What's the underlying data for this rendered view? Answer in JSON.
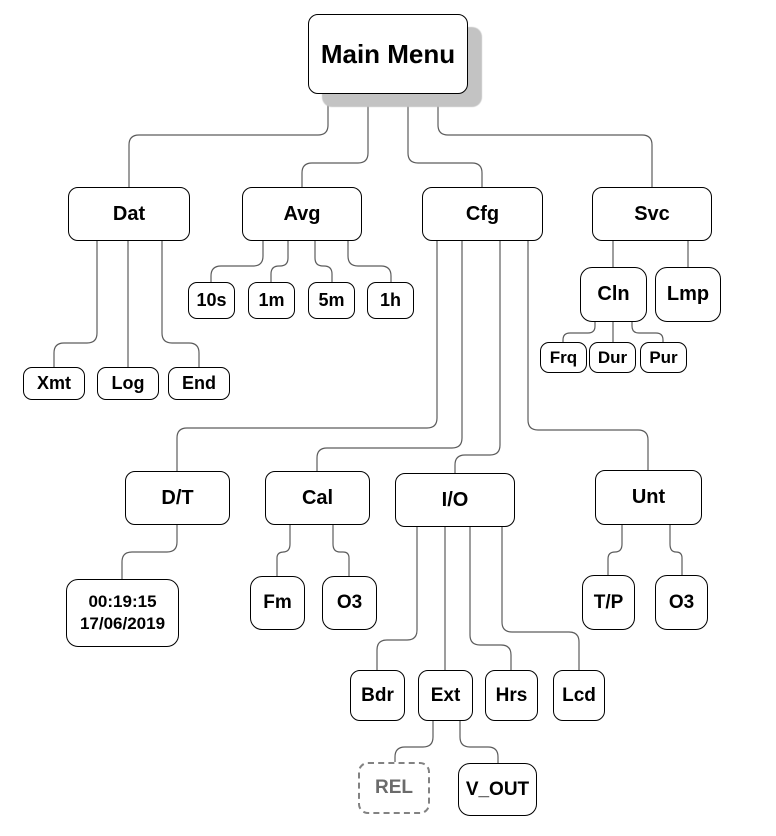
{
  "diagram_title": "Main Menu",
  "colors": {
    "background": "#ffffff",
    "box_border": "#000000",
    "line": "#5c5c5c",
    "shadow": "#c3c3c3",
    "disabled_gray": "#828282"
  },
  "nodes": {
    "main": "Main Menu",
    "dat": "Dat",
    "avg": "Avg",
    "cfg": "Cfg",
    "svc": "Svc",
    "s10": "10s",
    "m1": "1m",
    "m5": "5m",
    "h1": "1h",
    "xmt": "Xmt",
    "log": "Log",
    "end": "End",
    "cln": "Cln",
    "lmp": "Lmp",
    "frq": "Frq",
    "dur": "Dur",
    "pur": "Pur",
    "dt": "D/T",
    "cal": "Cal",
    "io": "I/O",
    "unt": "Unt",
    "datetime_time": "00:19:15",
    "datetime_date": "17/06/2019",
    "fm": "Fm",
    "o3_cal": "O3",
    "tp": "T/P",
    "o3_unt": "O3",
    "bdr": "Bdr",
    "ext": "Ext",
    "hrs": "Hrs",
    "lcd": "Lcd",
    "rel": "REL",
    "vout": "V_OUT"
  },
  "edges": [
    [
      "main",
      "dat"
    ],
    [
      "main",
      "avg"
    ],
    [
      "main",
      "cfg"
    ],
    [
      "main",
      "svc"
    ],
    [
      "dat",
      "xmt"
    ],
    [
      "dat",
      "log"
    ],
    [
      "dat",
      "end"
    ],
    [
      "avg",
      "s10"
    ],
    [
      "avg",
      "m1"
    ],
    [
      "avg",
      "m5"
    ],
    [
      "avg",
      "h1"
    ],
    [
      "svc",
      "cln"
    ],
    [
      "svc",
      "lmp"
    ],
    [
      "cln",
      "frq"
    ],
    [
      "cln",
      "dur"
    ],
    [
      "cln",
      "pur"
    ],
    [
      "cfg",
      "dt"
    ],
    [
      "cfg",
      "cal"
    ],
    [
      "cfg",
      "io"
    ],
    [
      "cfg",
      "unt"
    ],
    [
      "dt",
      "datetime"
    ],
    [
      "cal",
      "fm"
    ],
    [
      "cal",
      "o3_cal"
    ],
    [
      "unt",
      "tp"
    ],
    [
      "unt",
      "o3_unt"
    ],
    [
      "io",
      "bdr"
    ],
    [
      "io",
      "ext"
    ],
    [
      "io",
      "hrs"
    ],
    [
      "io",
      "lcd"
    ],
    [
      "ext",
      "rel"
    ],
    [
      "ext",
      "vout"
    ]
  ]
}
